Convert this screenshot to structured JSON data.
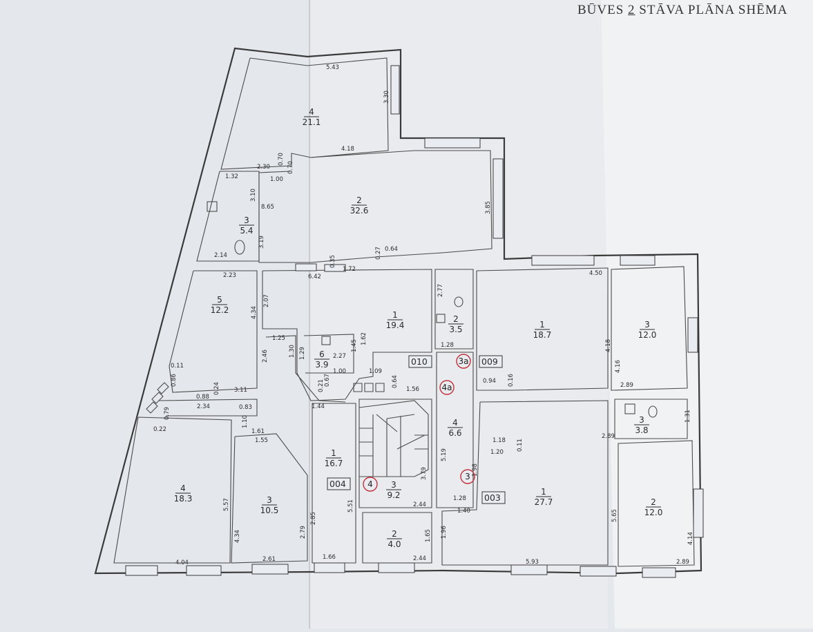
{
  "title": {
    "prefix": "BŪVES",
    "floor": "2",
    "suffix": "STĀVA PLĀNA SHĒMA"
  },
  "rooms": [
    {
      "key": "r4top",
      "number": "4",
      "area": "21.1"
    },
    {
      "key": "r2top",
      "number": "2",
      "area": "32.6"
    },
    {
      "key": "r3left",
      "number": "3",
      "area": "5.4"
    },
    {
      "key": "r5",
      "number": "5",
      "area": "12.2"
    },
    {
      "key": "r1mid",
      "number": "1",
      "area": "19.4"
    },
    {
      "key": "r6",
      "number": "6",
      "area": "3.9"
    },
    {
      "key": "r2wc",
      "number": "2",
      "area": "3.5"
    },
    {
      "key": "r1right",
      "number": "1",
      "area": "18.7"
    },
    {
      "key": "r3far",
      "number": "3",
      "area": "12.0"
    },
    {
      "key": "r3small",
      "number": "3",
      "area": "3.8"
    },
    {
      "key": "r4hall",
      "number": "4",
      "area": "6.6"
    },
    {
      "key": "r1stair",
      "number": "1",
      "area": "16.7"
    },
    {
      "key": "r3stair",
      "number": "3",
      "area": "9.2"
    },
    {
      "key": "r2bottom",
      "number": "2",
      "area": "4.0"
    },
    {
      "key": "r1big",
      "number": "1",
      "area": "27.7"
    },
    {
      "key": "r2far",
      "number": "2",
      "area": "12.0"
    },
    {
      "key": "r4left",
      "number": "4",
      "area": "18.3"
    },
    {
      "key": "r3low",
      "number": "3",
      "area": "10.5"
    }
  ],
  "apartment_codes": [
    "010",
    "009",
    "004",
    "003"
  ],
  "marker_labels": [
    "3a",
    "4a",
    "4",
    "3"
  ],
  "dimensions": [
    "5.43",
    "3.30",
    "4.18",
    "2.30",
    "0.70",
    "0.70",
    "1.00",
    "1.32",
    "3.10",
    "8.65",
    "3.19",
    "2.14",
    "3.85",
    "0.27",
    "0.64",
    "0.35",
    "1.72",
    "6.42",
    "2.23",
    "2.07",
    "4.34",
    "2.77",
    "1.28",
    "4.50",
    "0.11",
    "0.86",
    "0.88",
    "0.24",
    "3.11",
    "2.34",
    "0.79",
    "0.22",
    "0.83",
    "1.10",
    "1.61",
    "1.25",
    "2.46",
    "1.30",
    "1.29",
    "0.67",
    "0.21",
    "1.00",
    "1.09",
    "0.64",
    "1.56",
    "2.27",
    "1.45",
    "1.62",
    "1.44",
    "0.94",
    "0.16",
    "4.16",
    "2.89",
    "4.18",
    "1.31",
    "2.89",
    "1.18",
    "0.11",
    "1.20",
    "5.19",
    "1.98",
    "3.79",
    "1.28",
    "2.44",
    "1.40",
    "1.55",
    "5.57",
    "4.34",
    "2.85",
    "2.79",
    "5.51",
    "1.96",
    "1.65",
    "5.65",
    "4.14",
    "4.04",
    "2.61",
    "1.66",
    "2.44",
    "5.93",
    "2.89"
  ]
}
